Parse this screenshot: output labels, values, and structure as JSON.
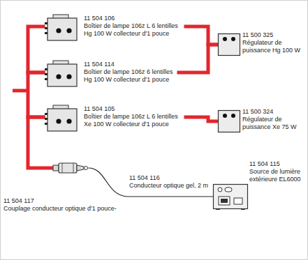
{
  "diagram": {
    "nodes": [
      {
        "text": [
          "11 504 106",
          "Boîtier de lampe 106z L 6 lentilles Hg 100 W collecteur d'1 pouce"
        ]
      },
      {
        "text": [
          "11 500 325",
          "Régulateur de puissance Hg 100 W"
        ]
      },
      {
        "text": [
          "11 504 114",
          "Boîtier de lampe 106z 6 lentilles Hg 100 W collecteur d'1 pouce"
        ]
      },
      {
        "text": [
          "11 504 105",
          "Boîtier de lampe 106z L 6 lentilles Xe 100 W collecteur d'1 pouce"
        ]
      },
      {
        "text": [
          "11 500 324",
          "Régulateur de puissance Xe 75 W"
        ]
      },
      {
        "text": [
          "11 504 117",
          "Couplage conducteur optique d'1 pouce-"
        ]
      },
      {
        "text": [
          "11 504 115",
          "Source de lumière extérieure EL6000"
        ]
      }
    ],
    "edges": [
      {
        "from": 0,
        "to": 2,
        "arrow": "none"
      },
      {
        "from": 2,
        "to": 3,
        "arrow": "none"
      },
      {
        "from": 3,
        "to": 5,
        "arrow": "none"
      },
      {
        "from": 0,
        "to": 1,
        "arrow": "none"
      },
      {
        "from": 2,
        "to": 1,
        "arrow": "none"
      },
      {
        "from": 3,
        "to": 4,
        "arrow": "none"
      },
      {
        "from": 5,
        "to": 6,
        "arrow": "none"
      }
    ],
    "labels": [
      "11 504 116",
      "Conducteur optique gel, 2 m"
    ]
  }
}
